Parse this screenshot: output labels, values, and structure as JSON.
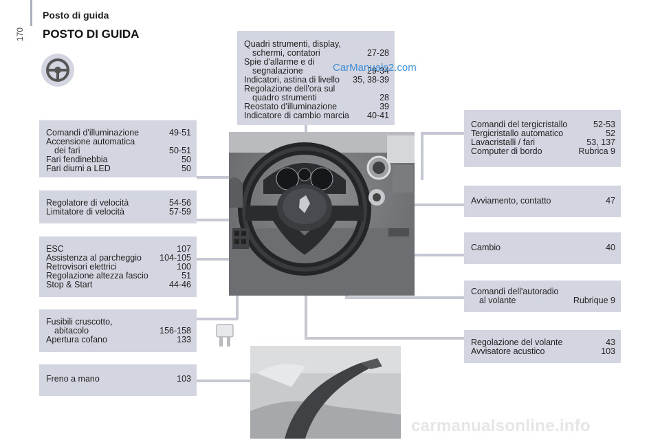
{
  "header": {
    "section": "Posto di guida",
    "page_number": "170"
  },
  "title": "POSTO DI GUIDA",
  "boxes": {
    "top": [
      {
        "label": "Quadri strumenti, display,",
        "page": ""
      },
      {
        "label": "schermi, contatori",
        "page": "27-28",
        "indent": true
      },
      {
        "label": "Spie d'allarme e di",
        "page": ""
      },
      {
        "label": "segnalazione",
        "page": "29-34",
        "indent": true
      },
      {
        "label": "Indicatori, astina di livello",
        "page": "35, 38-39"
      },
      {
        "label": "Regolazione dell'ora sul",
        "page": ""
      },
      {
        "label": "quadro strumenti",
        "page": "28",
        "indent": true
      },
      {
        "label": "Reostato d'illuminazione",
        "page": "39"
      },
      {
        "label": "Indicatore di cambio marcia",
        "page": "40-41"
      }
    ],
    "lights": [
      {
        "label": "Comandi d'illuminazione",
        "page": "49-51"
      },
      {
        "label": "Accensione automatica",
        "page": ""
      },
      {
        "label": "dei fari",
        "page": "50-51",
        "indent": true
      },
      {
        "label": "Fari fendinebbia",
        "page": "50"
      },
      {
        "label": "Fari diurni a LED",
        "page": "50"
      }
    ],
    "speed": [
      {
        "label": "Regolatore di velocità",
        "page": "54-56"
      },
      {
        "label": "Limitatore di velocità",
        "page": "57-59"
      }
    ],
    "esc": [
      {
        "label": "ESC",
        "page": "107"
      },
      {
        "label": "Assistenza al parcheggio",
        "page": "104-105"
      },
      {
        "label": "Retrovisori elettrici",
        "page": "100"
      },
      {
        "label": "Regolazione altezza fascio",
        "page": "51"
      },
      {
        "label": "Stop & Start",
        "page": "44-46"
      }
    ],
    "fuses": [
      {
        "label": "Fusibili cruscotto,",
        "page": ""
      },
      {
        "label": "abitacolo",
        "page": "156-158",
        "indent": true
      },
      {
        "label": "Apertura cofano",
        "page": "133"
      }
    ],
    "brake": [
      {
        "label": "Freno a mano",
        "page": "103"
      }
    ],
    "wipers": [
      {
        "label": "Comandi del tergicristallo",
        "page": "52-53"
      },
      {
        "label": "Tergicristallo automatico",
        "page": "52"
      },
      {
        "label": "Lavacristalli / fari",
        "page": "53, 137"
      },
      {
        "label": "Computer di bordo",
        "page": "Rubrica 9"
      }
    ],
    "ignition": [
      {
        "label": "Avviamento, contatto",
        "page": "47"
      }
    ],
    "gearbox": [
      {
        "label": "Cambio",
        "page": "40"
      }
    ],
    "radio": [
      {
        "label": "Comandi dell'autoradio",
        "page": ""
      },
      {
        "label": "al volante",
        "page": "Rubrique 9",
        "indent": true
      }
    ],
    "wheel": [
      {
        "label": "Regolazione del volante",
        "page": "43"
      },
      {
        "label": "Avvisatore acustico",
        "page": "103"
      }
    ]
  },
  "watermark": "CarManuals2.com",
  "footer": "carmanualsonline.info",
  "colors": {
    "box_bg": "#d3d6e0",
    "connector": "#c5c8d2",
    "watermark": "#3f8fd6"
  }
}
